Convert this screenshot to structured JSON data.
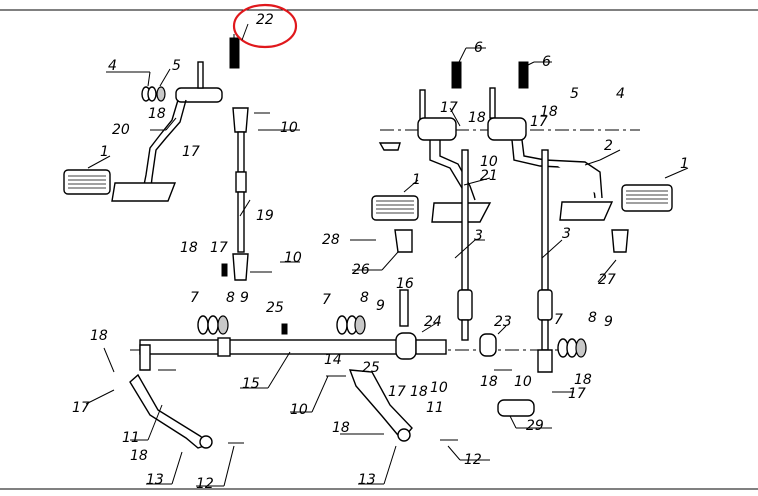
{
  "diagram": {
    "highlight_color": "#e0181c",
    "highlighted_label": "22",
    "labels": {
      "p22": "22",
      "p6a": "6",
      "p6b": "6",
      "p4a": "4",
      "p5a": "5",
      "p5b": "5",
      "p4b": "4",
      "p18a": "18",
      "p17a": "17",
      "p20": "20",
      "p1a": "1",
      "p10a": "10",
      "p17b": "17",
      "p18b": "18",
      "p18c": "18",
      "p17c": "17",
      "p10b": "10",
      "p2": "2",
      "p21": "21",
      "p1b": "1",
      "p1c": "1",
      "p19": "19",
      "p28": "28",
      "p26": "26",
      "p3a": "3",
      "p3b": "3",
      "p27": "27",
      "p18d": "18",
      "p17d": "17",
      "p10c": "10",
      "p16": "16",
      "p7a": "7",
      "p8a": "8",
      "p9a": "9",
      "p25a": "25",
      "p7b": "7",
      "p8b": "8",
      "p9b": "9",
      "p24": "24",
      "p23": "23",
      "p7c": "7",
      "p8c": "8",
      "p9c": "9",
      "p18e": "18",
      "p17e": "17",
      "p15": "15",
      "p14": "14",
      "p25b": "25",
      "p17f": "17",
      "p18f": "18",
      "p10d": "10",
      "p18g": "18",
      "p10e": "10",
      "p18h": "18",
      "p17g": "17",
      "p10f": "10",
      "p11a": "11",
      "p11b": "11",
      "p18i": "18",
      "p13a": "13",
      "p12a": "12",
      "p18j": "18",
      "p29": "29",
      "p13b": "13",
      "p12b": "12"
    }
  }
}
